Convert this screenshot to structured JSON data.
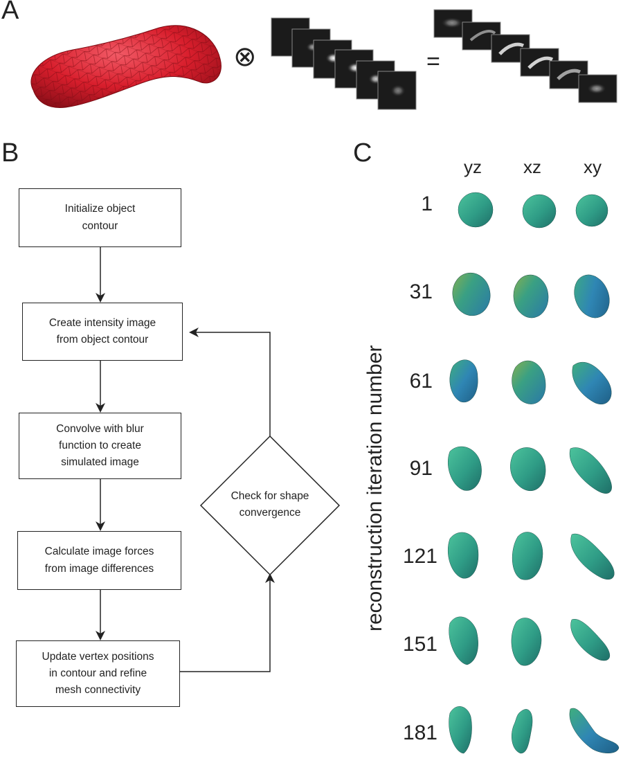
{
  "panels": {
    "a": "A",
    "b": "B",
    "c": "C"
  },
  "panel_a": {
    "convolve_symbol": "⊗",
    "equals_symbol": "="
  },
  "flowchart": {
    "steps": [
      "Initialize object\ncontour",
      "Create intensity image\nfrom object contour",
      "Convolve with blur\nfunction to create\nsimulated image",
      "Calculate image forces\nfrom image differences",
      "Update vertex positions\nin contour and refine\nmesh connectivity"
    ],
    "decision": "Check for shape\nconvergence"
  },
  "panel_c": {
    "columns": [
      "yz",
      "xz",
      "xy"
    ],
    "iterations": [
      "1",
      "31",
      "61",
      "91",
      "121",
      "151",
      "181"
    ],
    "axis_label": "reconstruction iteration number"
  },
  "colors": {
    "mesh_red": "#d81e2c",
    "shape_teal": "#3aa38a",
    "shape_blue": "#2f7fb0",
    "line": "#222222"
  }
}
